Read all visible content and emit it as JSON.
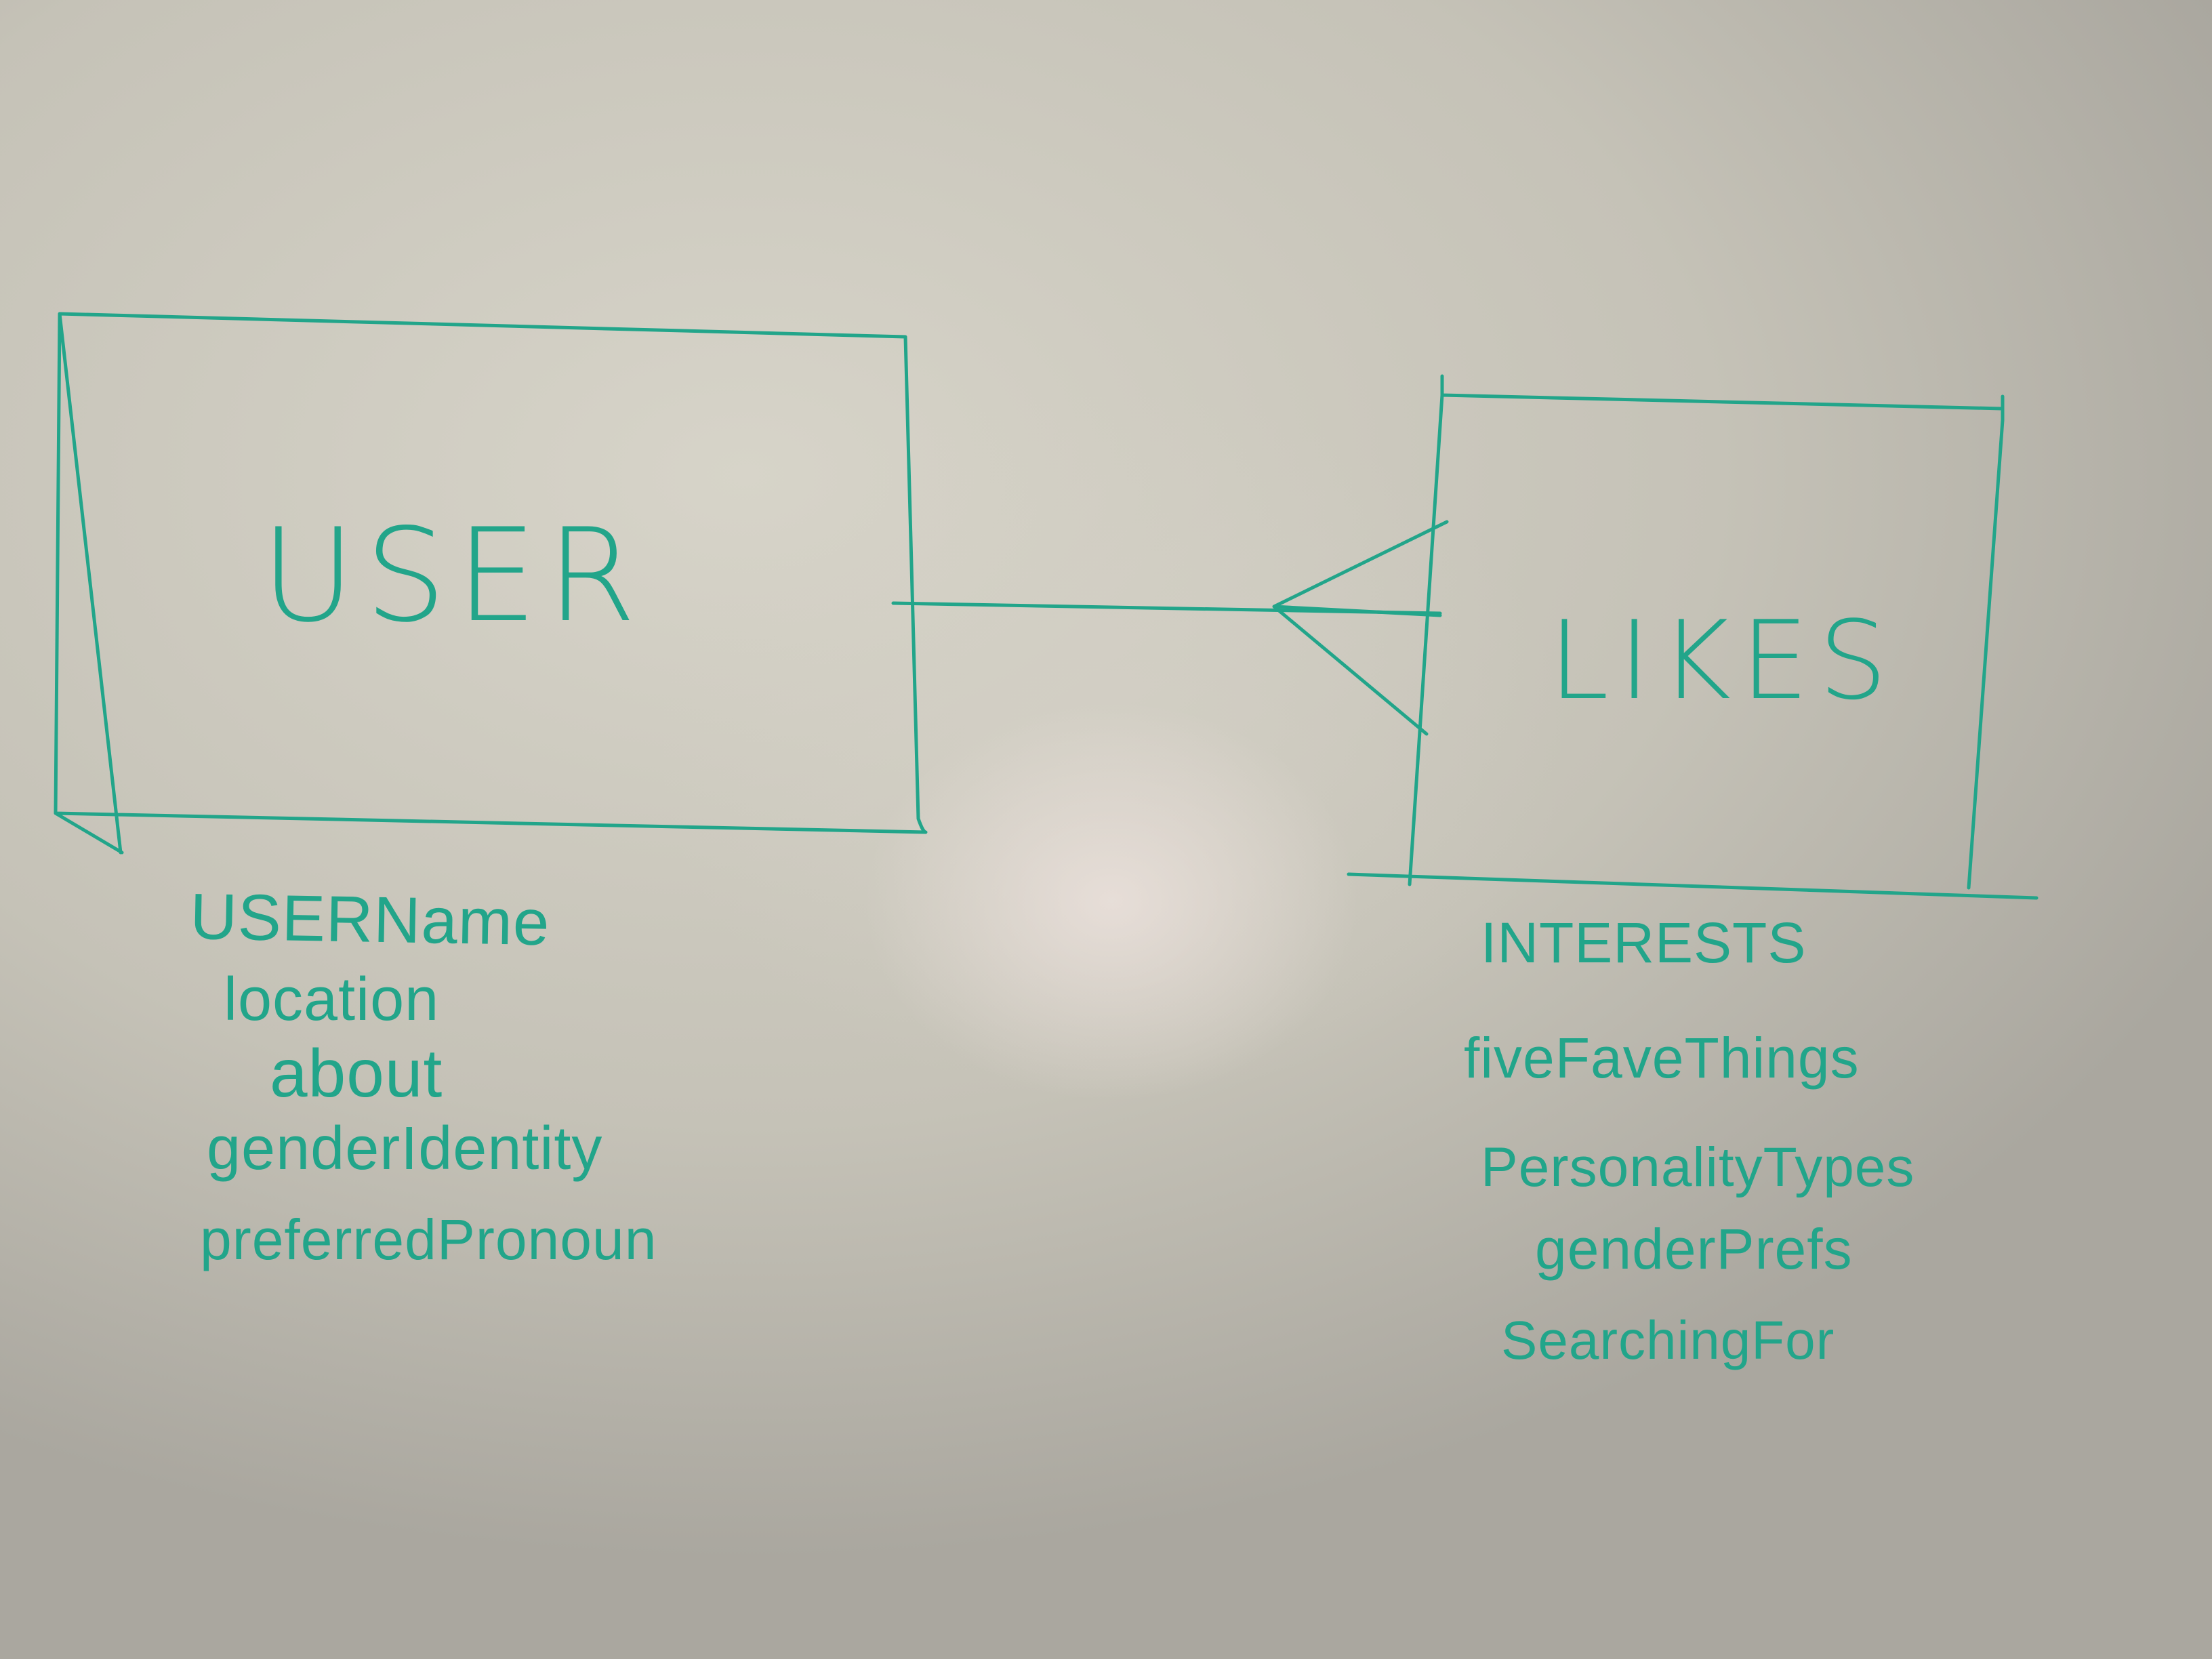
{
  "ink_color": "#22a58a",
  "entities": {
    "user": {
      "label": "USER",
      "attributes": [
        "USERName",
        "location",
        "about",
        "genderIdentity",
        "preferredPronoun"
      ]
    },
    "likes": {
      "label": "LIKES",
      "attributes": [
        "INTERESTS",
        "fiveFaveThings",
        "PersonalityTypes",
        "genderPrefs",
        "SearchingFor"
      ]
    }
  },
  "relationship": {
    "from": "USER",
    "to": "LIKES",
    "notation": "one-to-many crow's foot"
  }
}
